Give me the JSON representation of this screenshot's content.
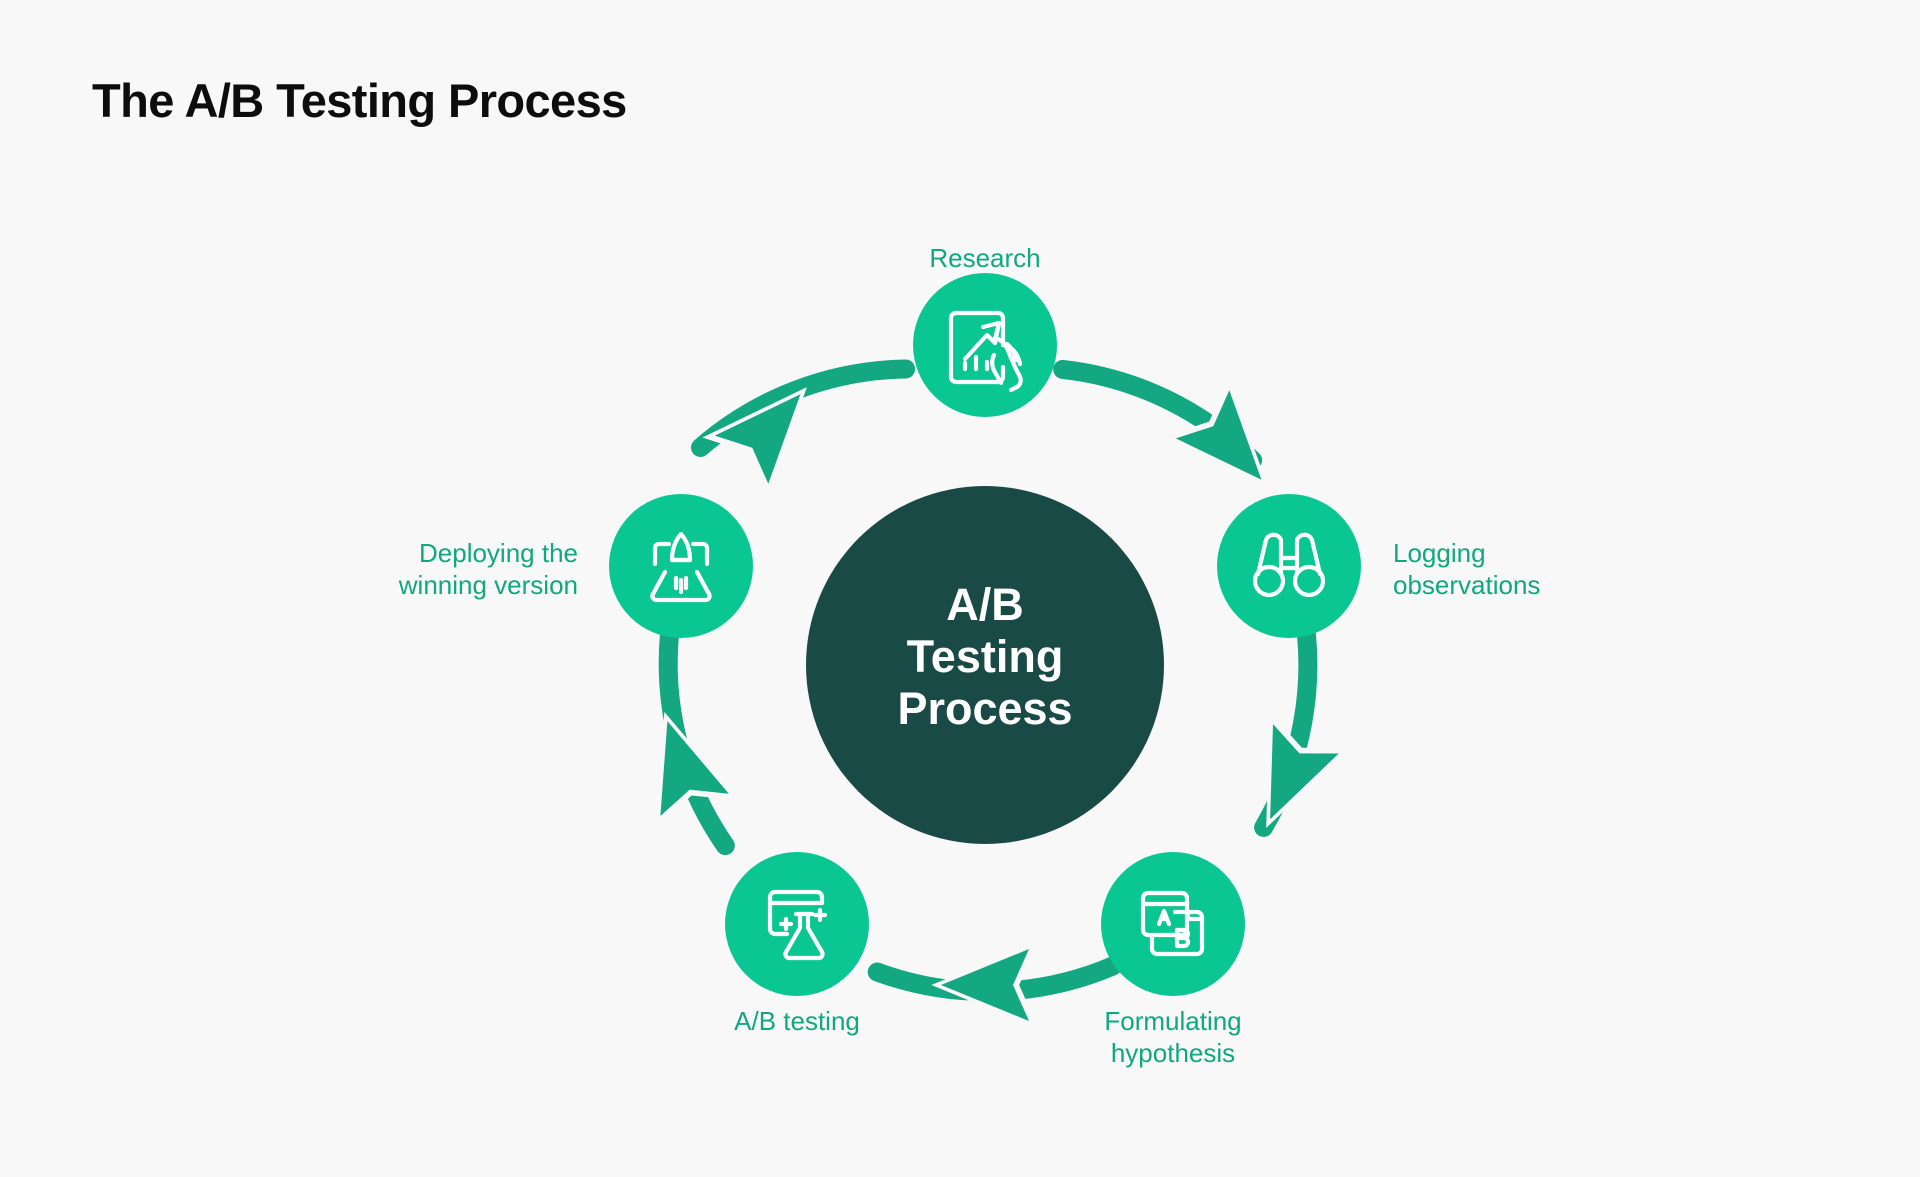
{
  "page": {
    "title": "The A/B Testing Process",
    "background_color": "#f8f8f8"
  },
  "colors": {
    "node_fill": "#0ac693",
    "ring_stroke": "#14a882",
    "arrow_fill": "#14a882",
    "arrow_outline": "#f8f8f8",
    "center_fill": "#1a4a46",
    "label_text": "#10a87c",
    "center_text": "#ffffff",
    "title_text": "#0d0d0d"
  },
  "center": {
    "line1": "A/B",
    "line2": "Testing",
    "line3": "Process"
  },
  "diagram": {
    "type": "cycle",
    "direction": "clockwise",
    "step_count": 5,
    "steps": [
      {
        "index": 1,
        "label": "Research",
        "label_lines": [
          "Research"
        ],
        "icon": "document-chart-hand-icon",
        "angle_deg": -90,
        "label_position": "above"
      },
      {
        "index": 2,
        "label": "Logging observations",
        "label_lines": [
          "Logging",
          "observations"
        ],
        "icon": "binoculars-icon",
        "angle_deg": -18,
        "label_position": "right"
      },
      {
        "index": 3,
        "label": "Formulating hypothesis",
        "label_lines": [
          "Formulating",
          "hypothesis"
        ],
        "icon": "ab-windows-icon",
        "angle_deg": 54,
        "label_position": "below"
      },
      {
        "index": 4,
        "label": "A/B testing",
        "label_lines": [
          "A/B testing"
        ],
        "icon": "browser-flask-icon",
        "angle_deg": 126,
        "label_position": "below"
      },
      {
        "index": 5,
        "label": "Deploying the winning version",
        "label_lines": [
          "Deploying the",
          "winning version"
        ],
        "icon": "rocket-launch-icon",
        "angle_deg": 198,
        "label_position": "left"
      }
    ],
    "arrows": [
      {
        "from": "Research",
        "to": "Logging observations"
      },
      {
        "from": "Logging observations",
        "to": "Formulating hypothesis"
      },
      {
        "from": "Formulating hypothesis",
        "to": "A/B testing"
      },
      {
        "from": "A/B testing",
        "to": "Deploying the winning version"
      },
      {
        "from": "Deploying the winning version",
        "to": "Research"
      }
    ]
  }
}
